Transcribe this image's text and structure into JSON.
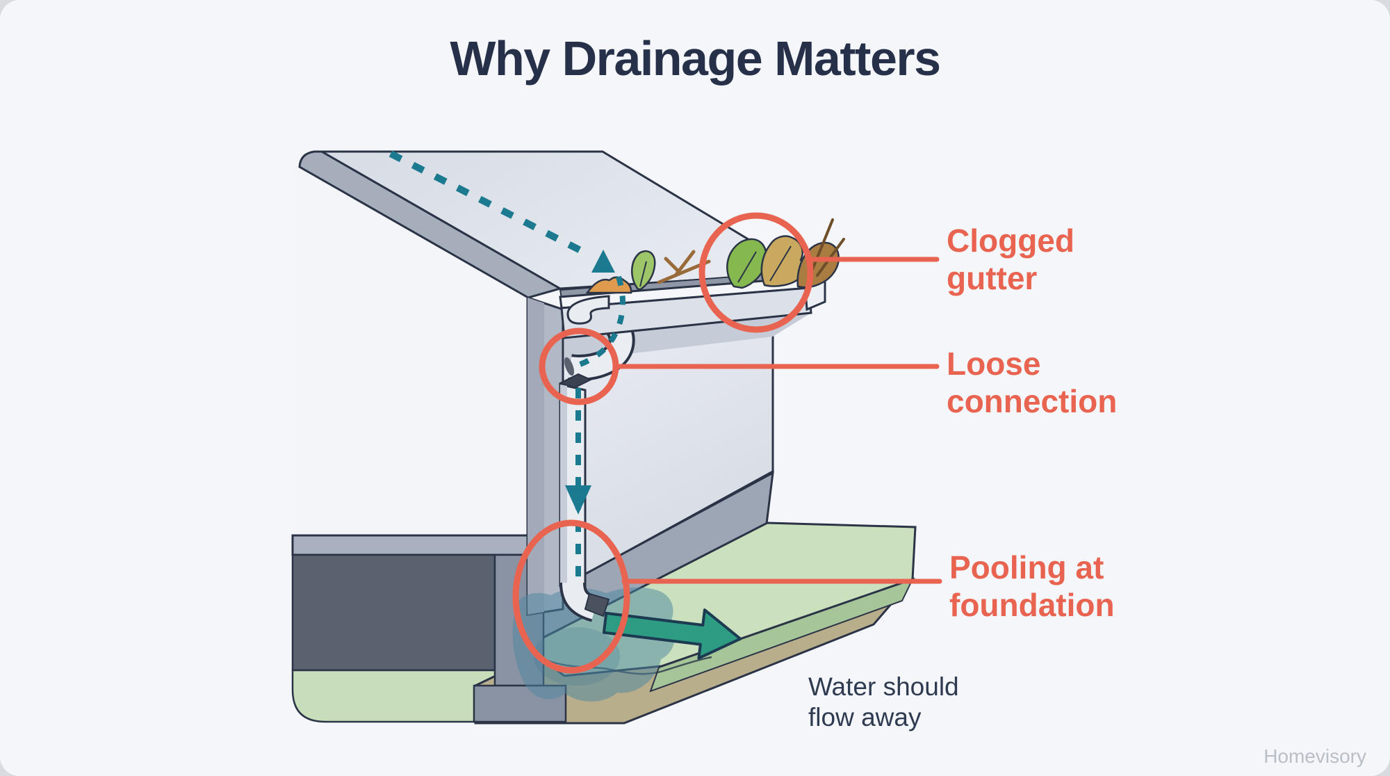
{
  "title": "Why Drainage Matters",
  "watermark": "Homevisory",
  "colors": {
    "accent_coral": "#E96450",
    "flow_teal": "#1B7A8F",
    "arrow_green": "#2E9C82",
    "heading_navy": "#273049",
    "outline_ink": "#2B3447"
  },
  "diagram": {
    "callouts": [
      {
        "id": "clogged-gutter",
        "label": "Clogged gutter"
      },
      {
        "id": "loose-connection",
        "label": "Loose connection"
      },
      {
        "id": "pooling-foundation",
        "label": "Pooling at foundation"
      }
    ],
    "note": "Water should flow away"
  }
}
